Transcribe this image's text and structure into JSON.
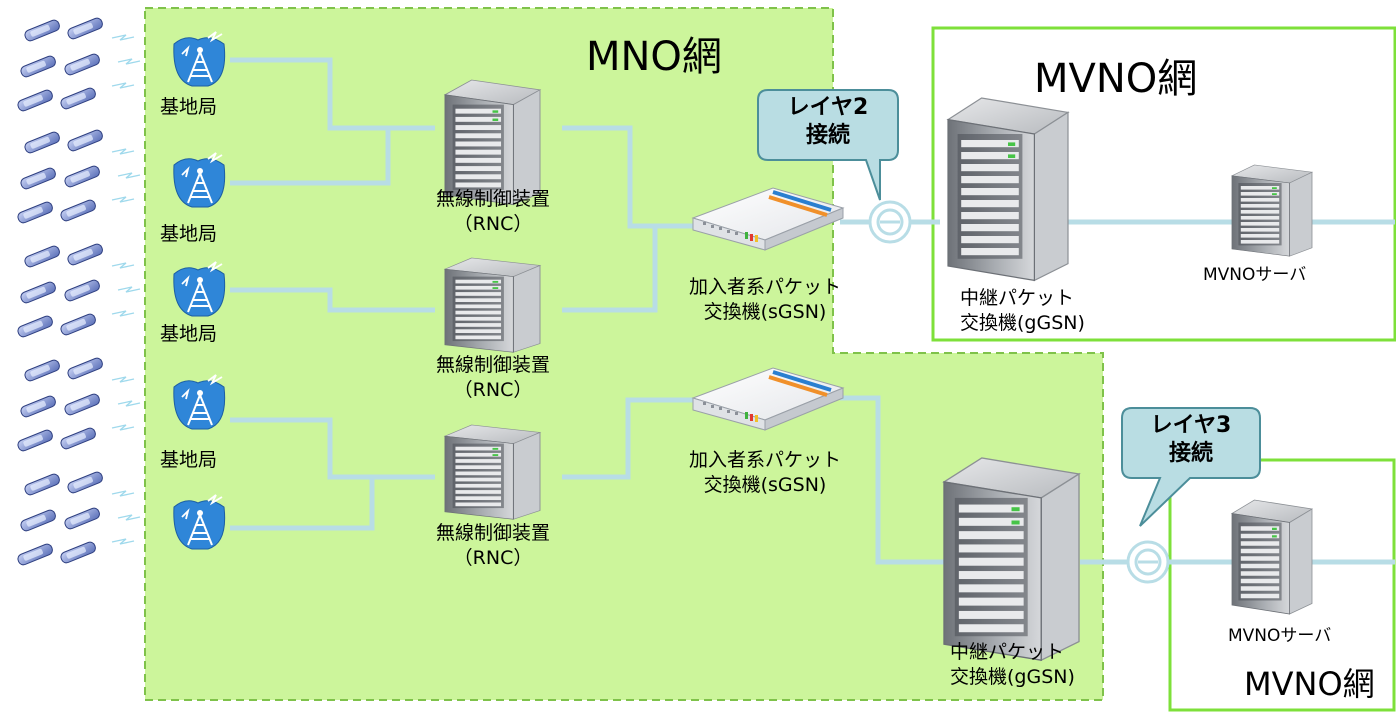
{
  "mno": {
    "title": "MNO網"
  },
  "mvno_top": {
    "title": "MVNO網",
    "server_label": "MVNOサーバ"
  },
  "mvno_bottom": {
    "title": "MVNO網",
    "server_label": "MVNOサーバ"
  },
  "callouts": {
    "layer2": {
      "line1": "レイヤ2",
      "line2": "接続"
    },
    "layer3": {
      "line1": "レイヤ3",
      "line2": "接続"
    }
  },
  "base_station_label": "基地局",
  "rnc": {
    "line1": "無線制御装置",
    "line2": "（RNC）"
  },
  "sgsn": {
    "line1": "加入者系パケット",
    "line2": "交換機(sGSN)"
  },
  "ggsn": {
    "line1": "中継パケット",
    "line2": "交換機(gGSN)"
  },
  "colors": {
    "mno_fill": "#ccf59b",
    "mno_border": "#7fc24a",
    "mvno_border": "#7ee03a",
    "link": "#b8dde6",
    "callout_fill": "#b9dde3",
    "antenna_blue": "#2f86d8"
  }
}
